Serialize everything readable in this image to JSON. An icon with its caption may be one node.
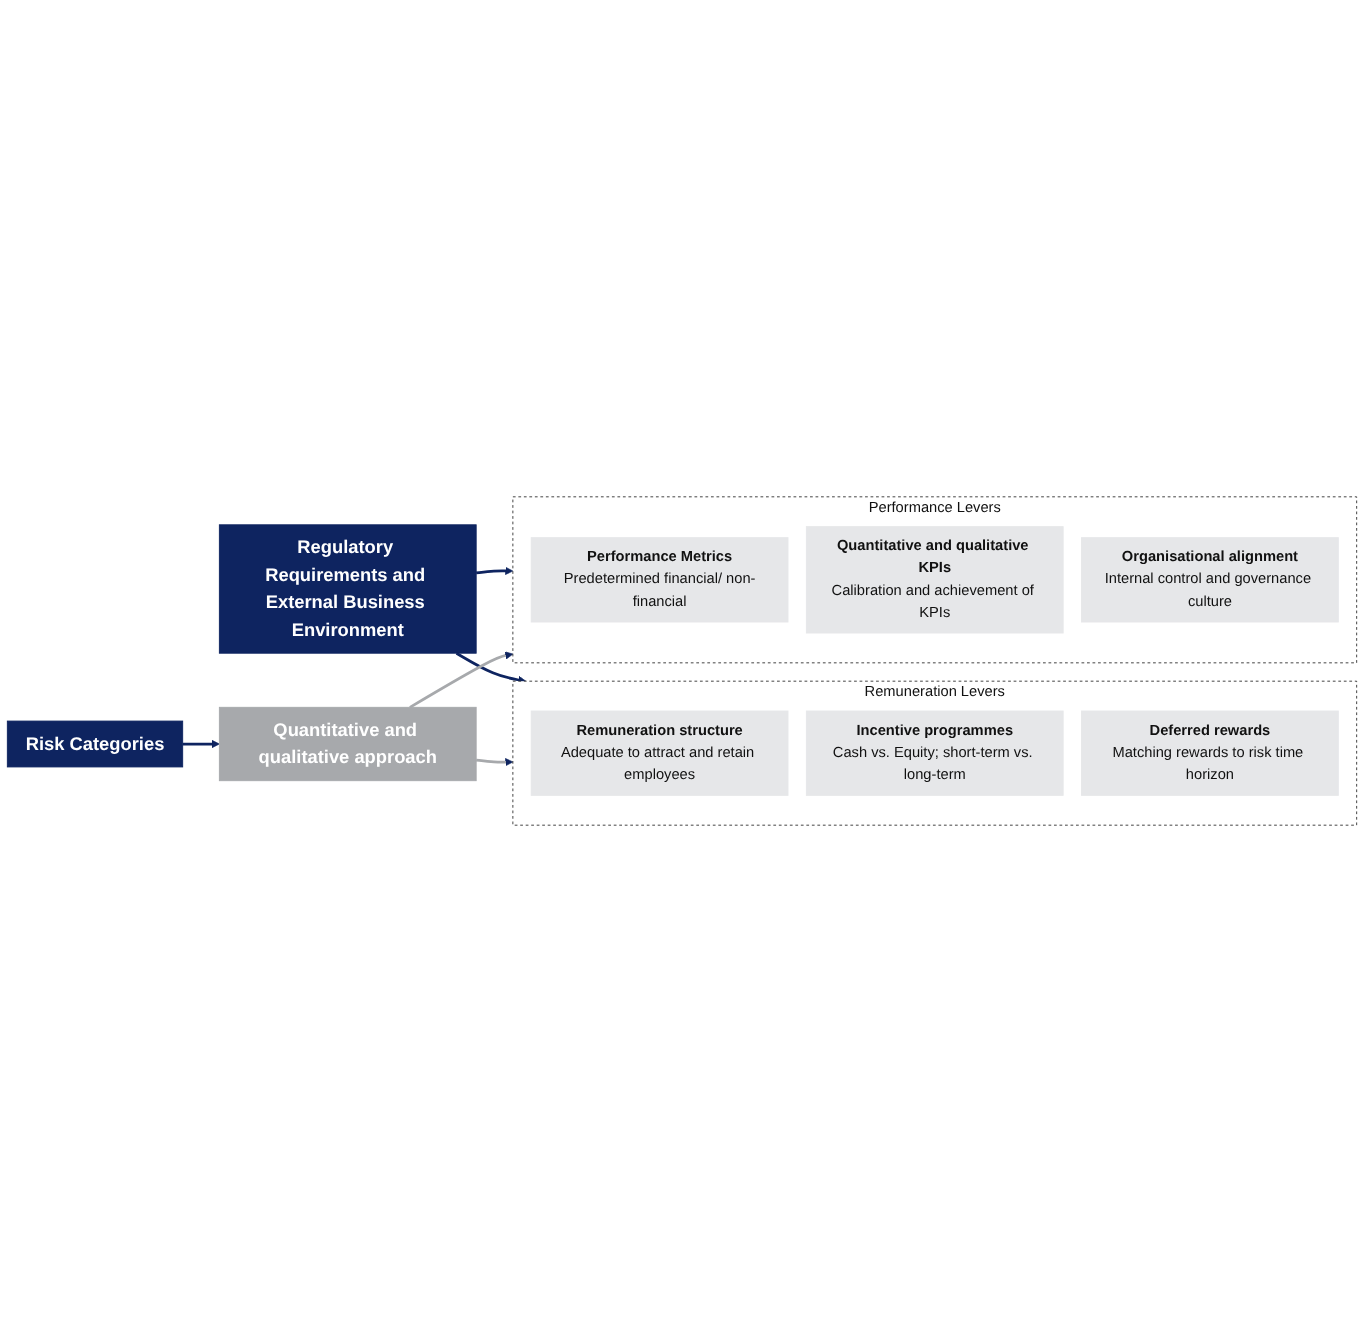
{
  "diagram": {
    "nodes": [
      {
        "text": [
          "Regulatory Requirements and External Business Environment"
        ]
      },
      {
        "text": [
          "Performance Levers"
        ]
      },
      {
        "text": [
          "Performance Metrics",
          "Predetermined financial/ non-financial"
        ],
        "in": 1
      },
      {
        "text": [
          "Quantitative and qualitative KPIs",
          "Calibration and achievement of KPIs"
        ],
        "in": 1
      },
      {
        "text": [
          "Organisational alignment",
          "Internal control and governance culture"
        ],
        "in": 1
      },
      {
        "text": [
          "Remuneration Levers"
        ]
      },
      {
        "text": [
          "Remuneration structure",
          "Adequate to attract and retain employees"
        ],
        "in": 5
      },
      {
        "text": [
          "Incentive programmes",
          "Cash vs. Equity; short-term vs. long-term"
        ],
        "in": 5
      },
      {
        "text": [
          "Deferred rewards",
          "Matching rewards to risk time horizon"
        ],
        "in": 5
      },
      {
        "text": [
          "Quantitative and qualitative approach"
        ]
      },
      {
        "text": [
          "Risk Categories"
        ]
      }
    ],
    "edges": [
      {
        "from": 0,
        "to": 1,
        "arrow": "to"
      },
      {
        "from": 0,
        "to": 5,
        "arrow": "to"
      },
      {
        "from": 9,
        "to": 1,
        "arrow": "to",
        "color": "#a7a9ac"
      },
      {
        "from": 9,
        "to": 5,
        "arrow": "to",
        "color": "#a7a9ac"
      },
      {
        "from": 10,
        "to": 9,
        "arrow": "to"
      }
    ]
  }
}
